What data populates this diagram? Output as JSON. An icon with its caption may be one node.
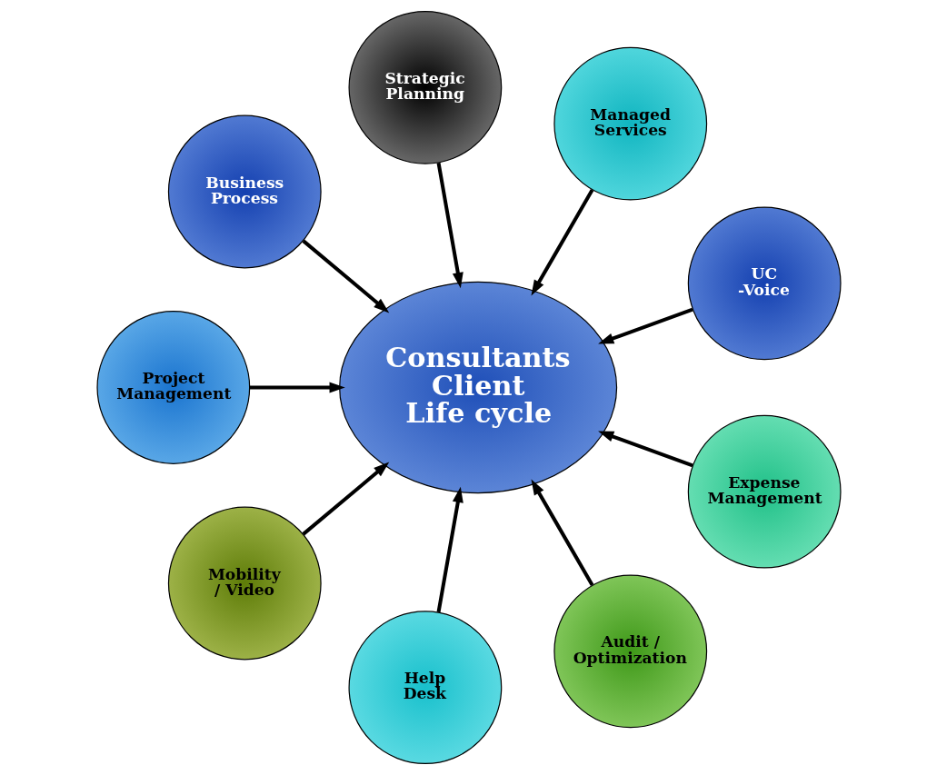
{
  "diagram": {
    "nodes": [
      {
        "text": [
          "Consultants Client Life cycle"
        ]
      },
      {
        "text": [
          "UC -Voice"
        ]
      },
      {
        "text": [
          "Managed Services"
        ]
      },
      {
        "text": [
          "Strategic Planning"
        ]
      },
      {
        "text": [
          "Business Process"
        ]
      },
      {
        "text": [
          "Project Management"
        ]
      },
      {
        "text": [
          "Mobility / Video"
        ]
      },
      {
        "text": [
          "Help Desk"
        ]
      },
      {
        "text": [
          "Audit / Optimization"
        ]
      },
      {
        "text": [
          "Expense Management"
        ]
      }
    ],
    "edges": [
      {
        "from": 1,
        "to": 0,
        "arrow": "to"
      },
      {
        "from": 2,
        "to": 0,
        "arrow": "to"
      },
      {
        "from": 3,
        "to": 0,
        "arrow": "to"
      },
      {
        "from": 4,
        "to": 0,
        "arrow": "to"
      },
      {
        "from": 5,
        "to": 0,
        "arrow": "to"
      },
      {
        "from": 6,
        "to": 0,
        "arrow": "to"
      },
      {
        "from": 7,
        "to": 0,
        "arrow": "to"
      },
      {
        "from": 8,
        "to": 0,
        "arrow": "to"
      },
      {
        "from": 9,
        "to": 0,
        "arrow": "to"
      }
    ]
  }
}
